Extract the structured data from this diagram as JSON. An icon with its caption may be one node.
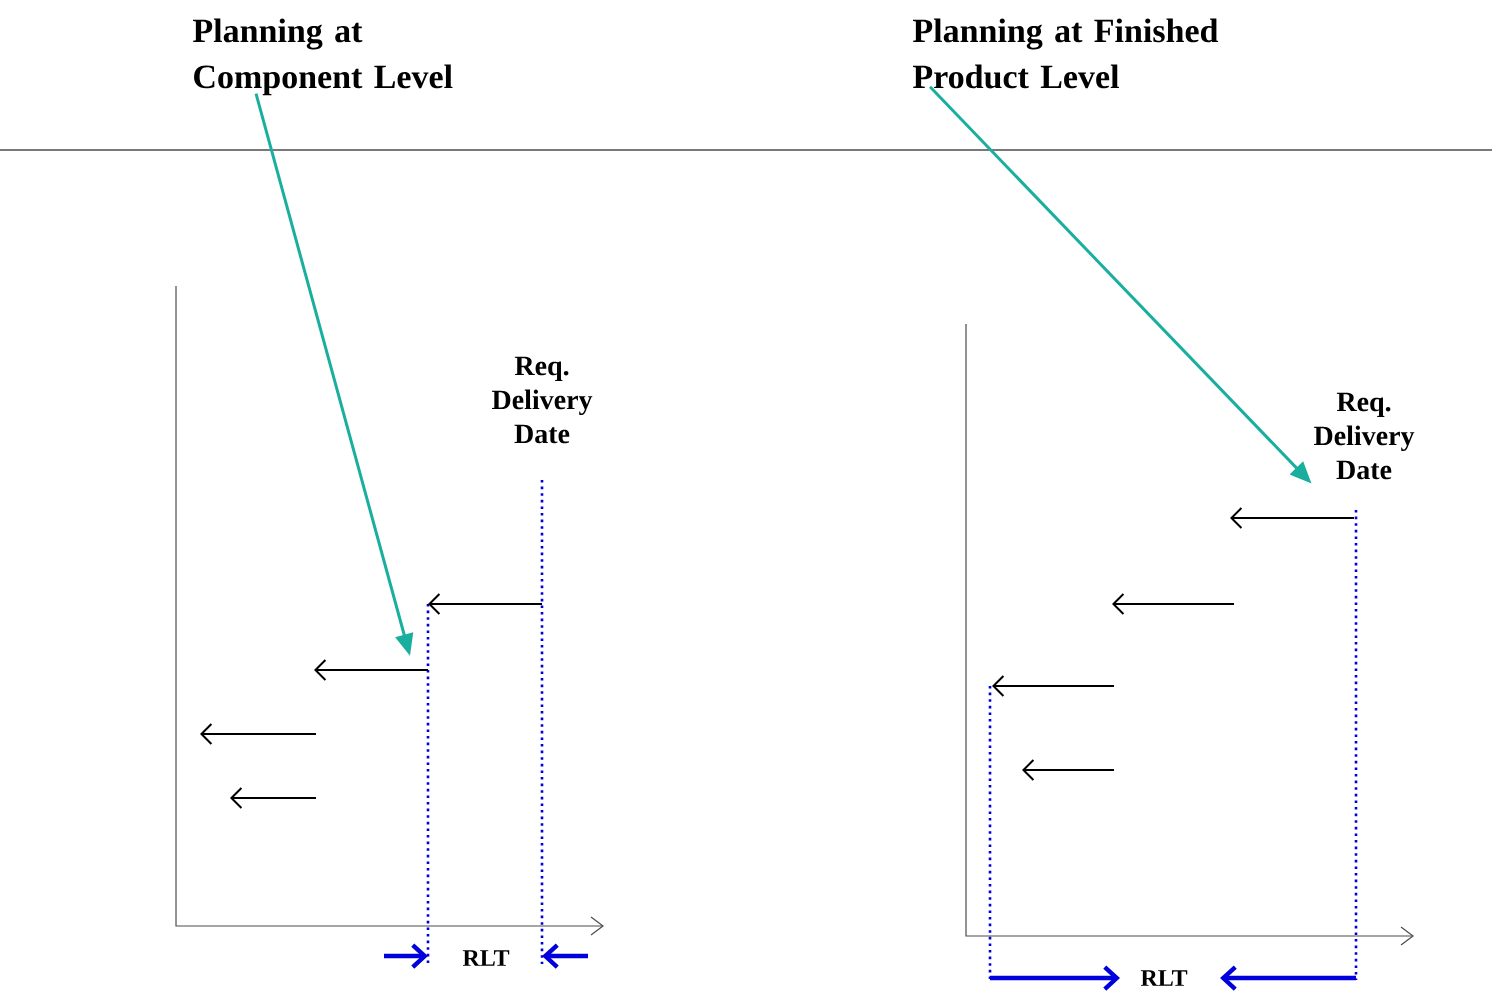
{
  "diagram": {
    "nodes": [
      {
        "text": [
          "Planning at Component Level"
        ]
      },
      {
        "text": [
          "Planning at Finished Product Level"
        ]
      },
      {
        "text": [
          "Req. Delivery Date"
        ]
      }
    ],
    "edges": [
      {
        "from": 0,
        "to": null,
        "arrow": "to"
      },
      {
        "from": 1,
        "to": 2,
        "arrow": "to"
      }
    ],
    "labels": [
      "Req. Delivery Date",
      "RLT",
      "RLT"
    ]
  }
}
